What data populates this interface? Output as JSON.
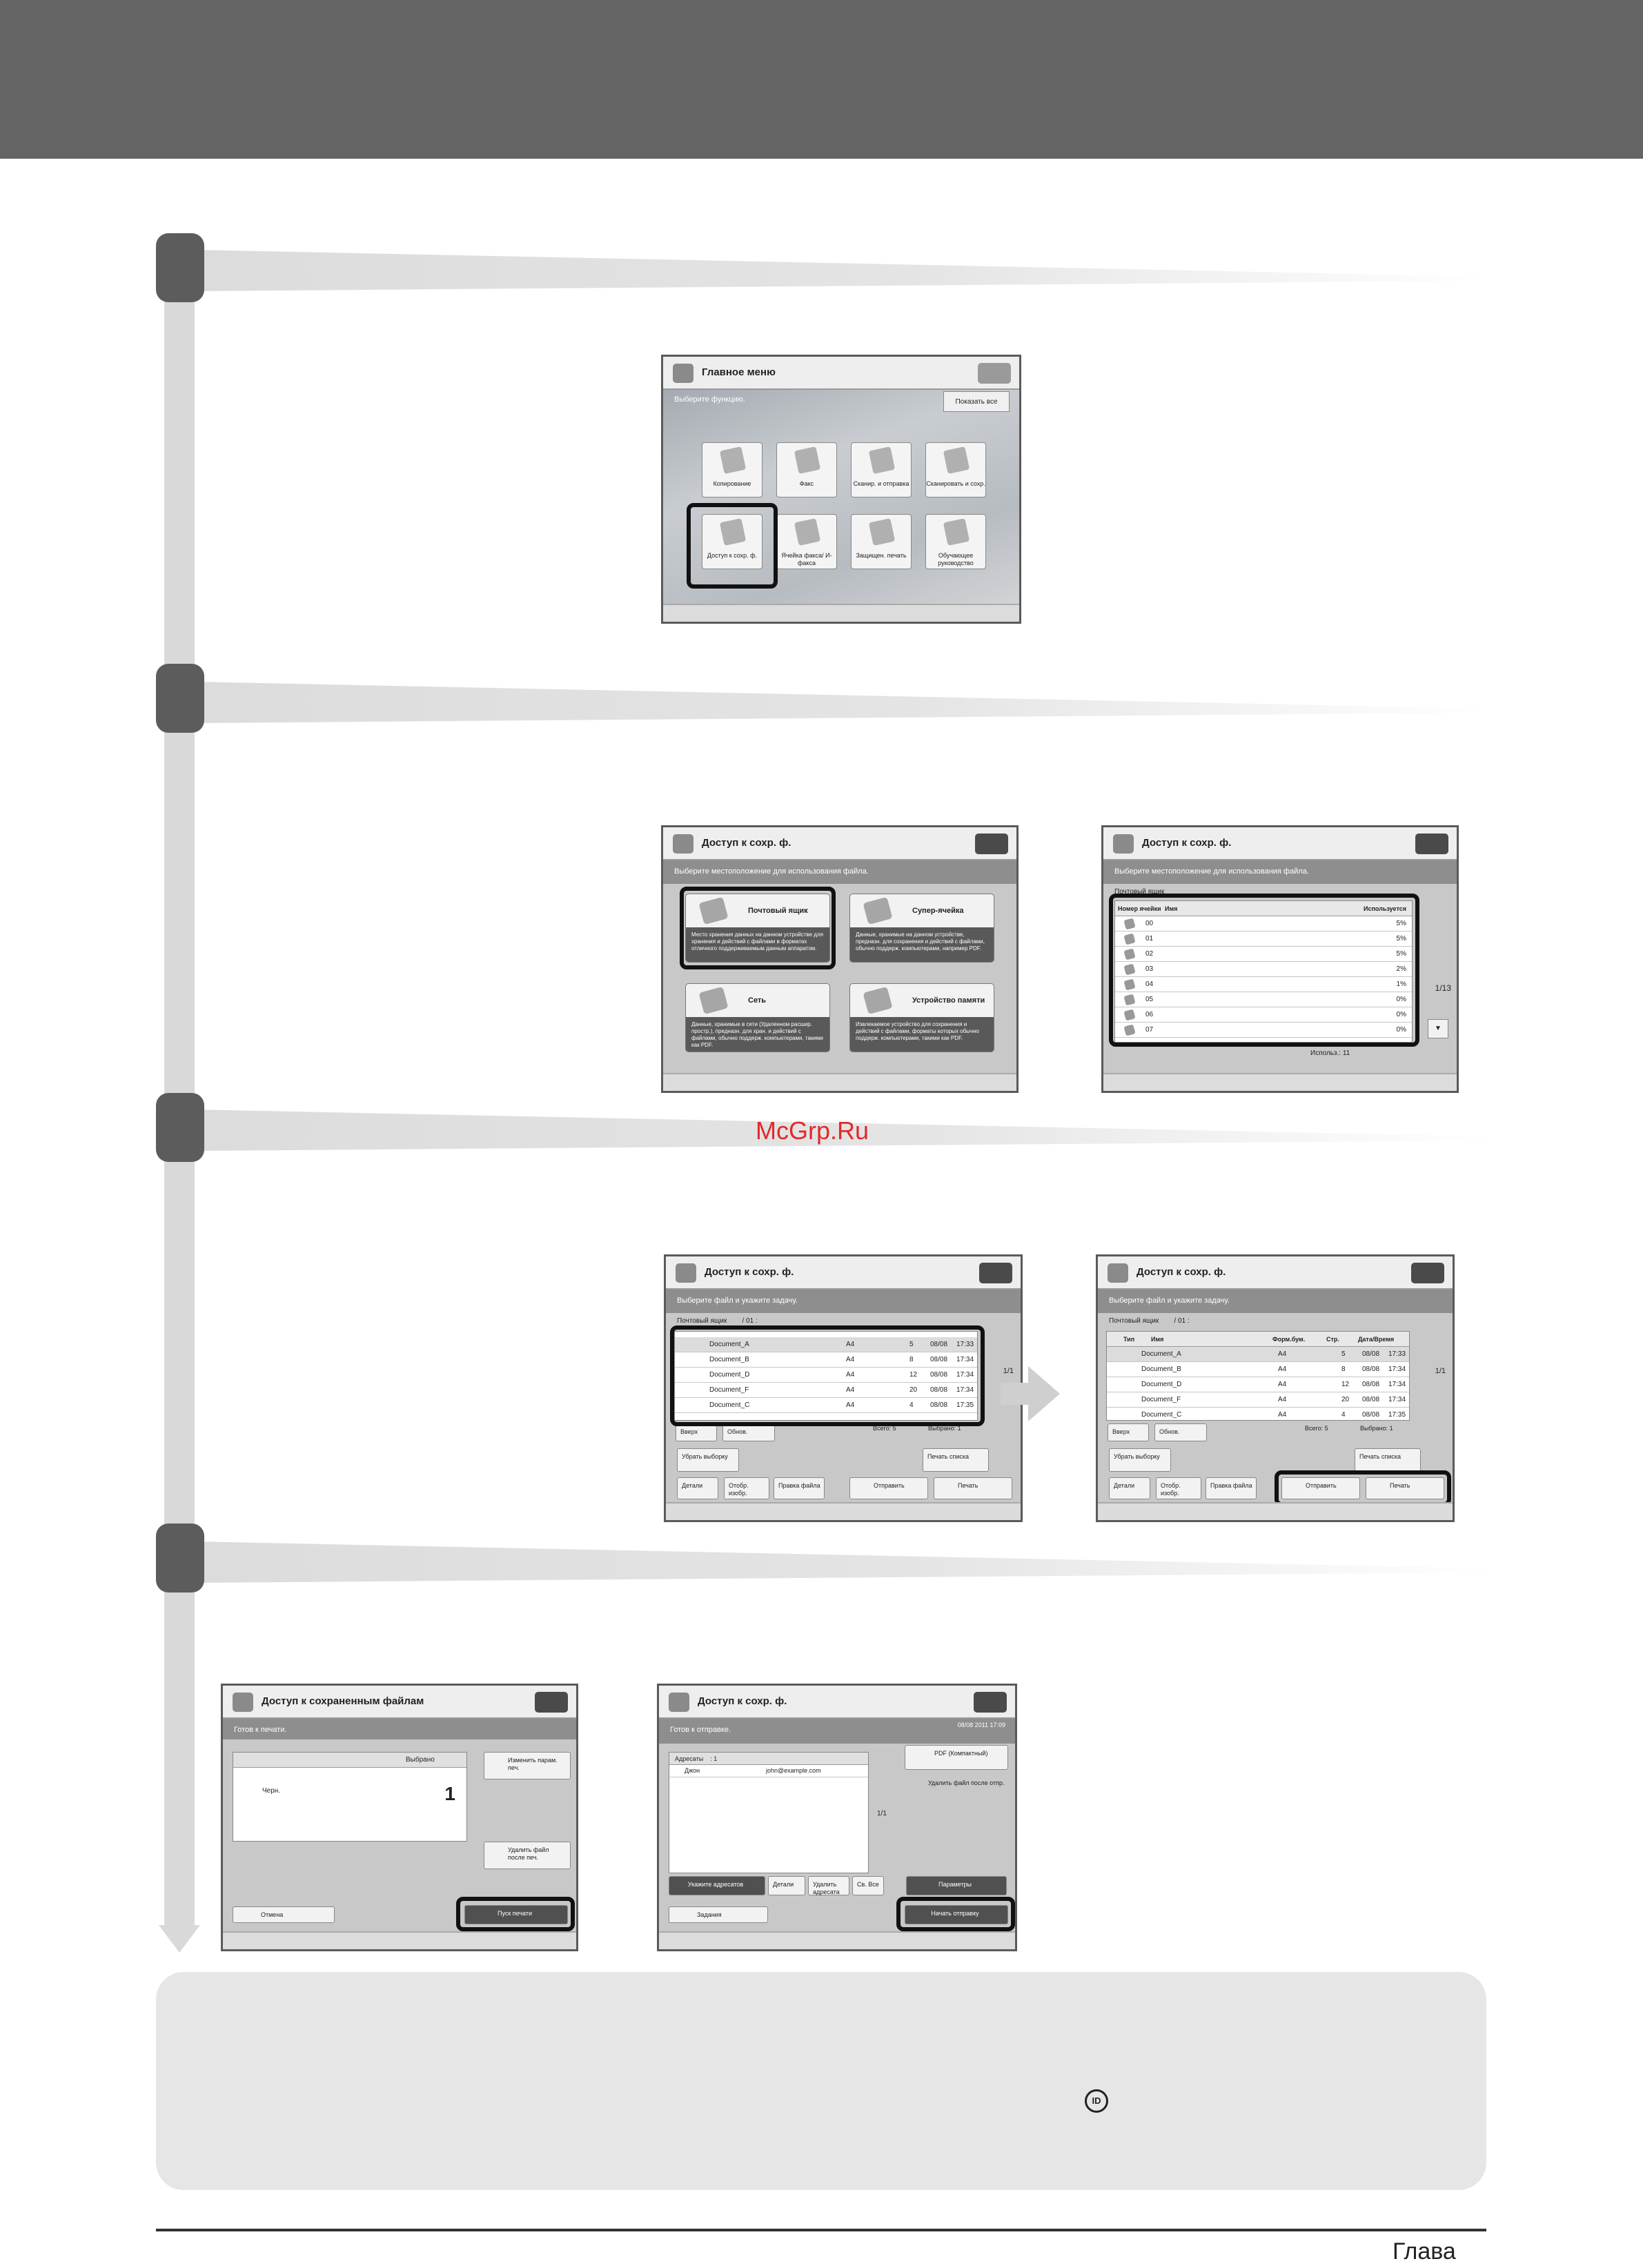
{
  "watermark": "McGrp.Ru",
  "chapter_label": "Глава",
  "main_menu": {
    "title": "Главное меню",
    "subtitle": "Выберите функцию.",
    "show_all": "Показать все",
    "tiles": [
      "Копирование",
      "Факс",
      "Сканир. и отправка",
      "Сканировать и сохр.",
      "Доступ к сохр. ф.",
      "Ячейка факса/ И-факса",
      "Защищен. печать",
      "Обучающее руководство"
    ]
  },
  "access_files": {
    "title": "Доступ к сохр. ф.",
    "subtitle": "Выберите местоположение для использования файла.",
    "options": [
      {
        "name": "Почтовый ящик",
        "desc": "Место хранения данных на данном устройстве для хранения и действий с файлами в форматах отличного поддерживаемым данным аппаратом."
      },
      {
        "name": "Супер-ячейка",
        "desc": "Данные, хранимые на данном устройстве, предназн. для сохранения и действий с файлами, обычно поддерж. компьютерами, например PDF."
      },
      {
        "name": "Сеть",
        "desc": "Данные, хранимые в сети (Удаленном расшир. простр.), предназн. для хран. и действий с файлами, обычно поддерж. компьютерами, такими как PDF."
      },
      {
        "name": "Устройство памяти",
        "desc": "Извлекаемое устройство для сохранения и действий с файлами, форматы которых обычно поддерж. компьютерами, такими как PDF."
      }
    ]
  },
  "mailbox": {
    "title": "Доступ к сохр. ф.",
    "subtitle": "Выберите местоположение для использования файла.",
    "path": "Почтовый ящик",
    "col_num": "Номер ячейки",
    "col_name": "Имя",
    "col_used": "Используется",
    "rows": [
      {
        "num": "00",
        "used": "5%"
      },
      {
        "num": "01",
        "used": "5%"
      },
      {
        "num": "02",
        "used": "5%"
      },
      {
        "num": "03",
        "used": "2%"
      },
      {
        "num": "04",
        "used": "1%"
      },
      {
        "num": "05",
        "used": "0%"
      },
      {
        "num": "06",
        "used": "0%"
      },
      {
        "num": "07",
        "used": "0%"
      }
    ],
    "page": "1/13",
    "usage": "Использ.: 11"
  },
  "file_list": {
    "title": "Доступ к сохр. ф.",
    "subtitle": "Выберите файл и укажите задачу.",
    "path": "Почтовый ящик",
    "box": "/ 01 :",
    "col_type": "Тип",
    "col_name": "Имя",
    "col_format": "Форм.бум.",
    "col_pages": "Стр.",
    "col_date": "Дата/Время",
    "rows": [
      {
        "name": "Document_A",
        "size": "A4",
        "pages": "5",
        "date": "08/08",
        "time": "17:33"
      },
      {
        "name": "Document_B",
        "size": "A4",
        "pages": "8",
        "date": "08/08",
        "time": "17:34"
      },
      {
        "name": "Document_D",
        "size": "A4",
        "pages": "12",
        "date": "08/08",
        "time": "17:34"
      },
      {
        "name": "Document_F",
        "size": "A4",
        "pages": "20",
        "date": "08/08",
        "time": "17:34"
      },
      {
        "name": "Document_C",
        "size": "A4",
        "pages": "4",
        "date": "08/08",
        "time": "17:35"
      }
    ],
    "page": "1/1",
    "total": "Всего: 5",
    "selected": "Выбрано: 1",
    "btn_up": "Вверх",
    "btn_update": "Обнов.",
    "btn_clear": "Убрать выборку",
    "btn_print_list": "Печать списка",
    "btn_details": "Детали",
    "btn_display": "Отобр. изобр.",
    "btn_edit": "Правка файла",
    "btn_send": "Отправить",
    "btn_print": "Печать"
  },
  "print_screen": {
    "title": "Доступ к сохраненным файлам",
    "status": "Готов к печати.",
    "selected_label": "Выбрано",
    "color_label": "Черн.",
    "count": "1",
    "btn_change": "Изменить парам. печ.",
    "btn_delete": "Удалить файл после печ.",
    "btn_cancel": "Отмена",
    "btn_start": "Пуск печати"
  },
  "send_screen": {
    "title": "Доступ к сохр. ф.",
    "status": "Готов к отправке.",
    "datetime": "08/08 2011 17:09",
    "recipients_label": "Адресаты",
    "recipients_count": ": 1",
    "recipient_name": "Джон",
    "recipient_email": "john@example.com",
    "page": "1/1",
    "format": "PDF (Компактный)",
    "btn_delete": "Удалить файл после отпр.",
    "btn_specify": "Укажите адресатов",
    "btn_details": "Детали",
    "btn_remove": "Удалить адресата",
    "btn_all": "Св. Все",
    "btn_options": "Параметры",
    "btn_jobs": "Задания",
    "btn_start": "Начать отправку"
  }
}
